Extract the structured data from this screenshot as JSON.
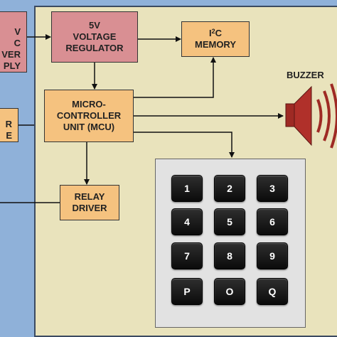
{
  "blocks": {
    "power_supply": {
      "lines": [
        "V",
        "C",
        "VER",
        "PLY"
      ]
    },
    "voltage_regulator": {
      "lines": [
        "5V",
        "VOLTAGE",
        "REGULATOR"
      ]
    },
    "memory": {
      "prefix": "I",
      "sup": "2",
      "suffix": "C",
      "line2": "MEMORY"
    },
    "mcu": {
      "lines": [
        "MICRO-",
        "CONTROLLER",
        "UNIT (MCU)"
      ]
    },
    "left_block": {
      "lines": [
        "R",
        "E"
      ]
    },
    "relay_driver": {
      "lines": [
        "RELAY",
        "DRIVER"
      ]
    }
  },
  "buzzer": {
    "label": "BUZZER"
  },
  "keypad": {
    "keys": [
      "1",
      "2",
      "3",
      "4",
      "5",
      "6",
      "7",
      "8",
      "9",
      "P",
      "O",
      "Q"
    ]
  },
  "colors": {
    "panel": "#e9e3bc",
    "background": "#8fb1d9",
    "pink_block": "#d98f93",
    "orange_block": "#f5c27f",
    "buzzer": "#b0302a"
  }
}
